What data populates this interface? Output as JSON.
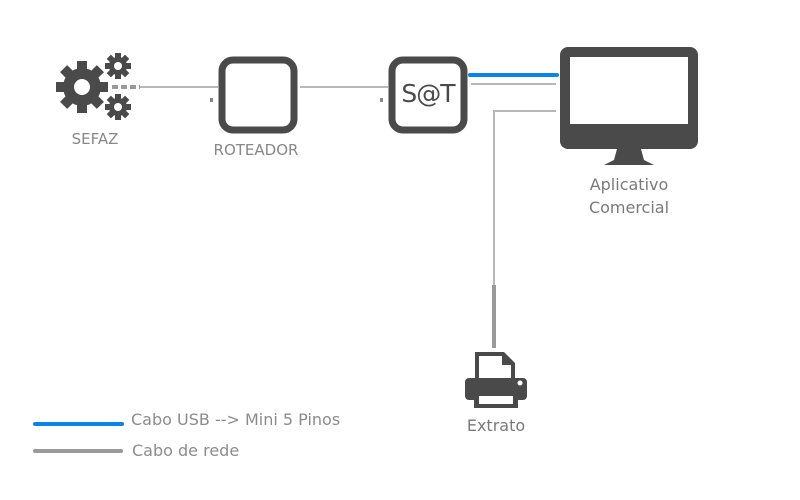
{
  "nodes": {
    "sefaz": {
      "label": "SEFAZ",
      "icon": "gears-icon"
    },
    "roteador": {
      "label": "ROTEADOR",
      "icon": "router-box-icon"
    },
    "sat": {
      "label": "S@T",
      "icon": "sat-box-icon"
    },
    "app": {
      "label_line1": "Aplicativo",
      "label_line2": "Comercial",
      "icon": "monitor-icon"
    },
    "printer": {
      "label": "Extrato",
      "icon": "printer-icon"
    }
  },
  "legend": {
    "usb": {
      "label": "Cabo USB --> Mini 5 Pinos",
      "color": "#0a84e8"
    },
    "network": {
      "label": "Cabo de rede",
      "color": "#999999"
    }
  },
  "colors": {
    "icon": "#4a4a4a",
    "cable_gray": "#b3b3b3",
    "usb_blue": "#0a84e8"
  }
}
